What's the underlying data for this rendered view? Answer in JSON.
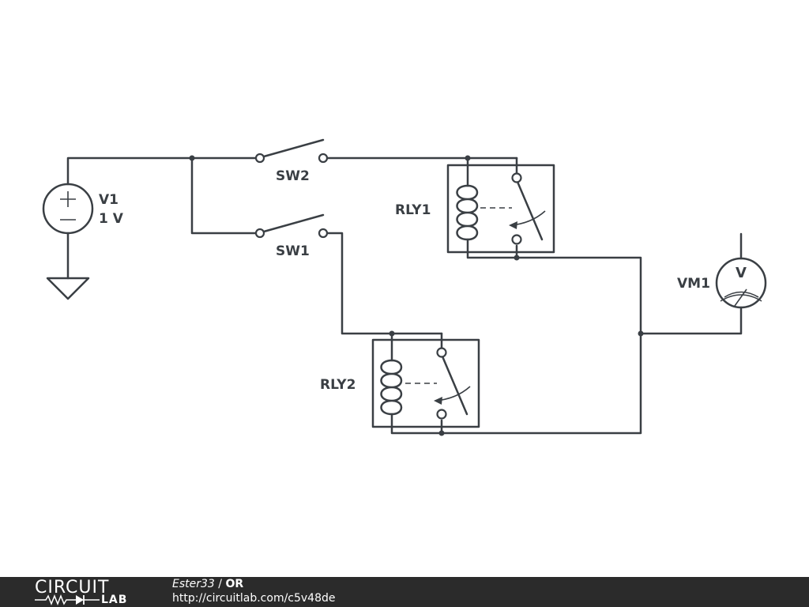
{
  "components": {
    "v1": {
      "name": "V1",
      "value": "1 V"
    },
    "sw1": {
      "name": "SW1"
    },
    "sw2": {
      "name": "SW2"
    },
    "rly1": {
      "name": "RLY1"
    },
    "rly2": {
      "name": "RLY2"
    },
    "vm1": {
      "name": "VM1",
      "symbol": "V"
    }
  },
  "footer": {
    "logo_top": "CIRCUIT",
    "logo_bottom": "LAB",
    "author": "Ester33",
    "separator": " / ",
    "title": "OR",
    "url": "http://circuitlab.com/c5v48de"
  },
  "colors": {
    "ink": "#3a3f44",
    "footer_bg": "#2b2b2b",
    "footer_text": "#ffffff"
  }
}
